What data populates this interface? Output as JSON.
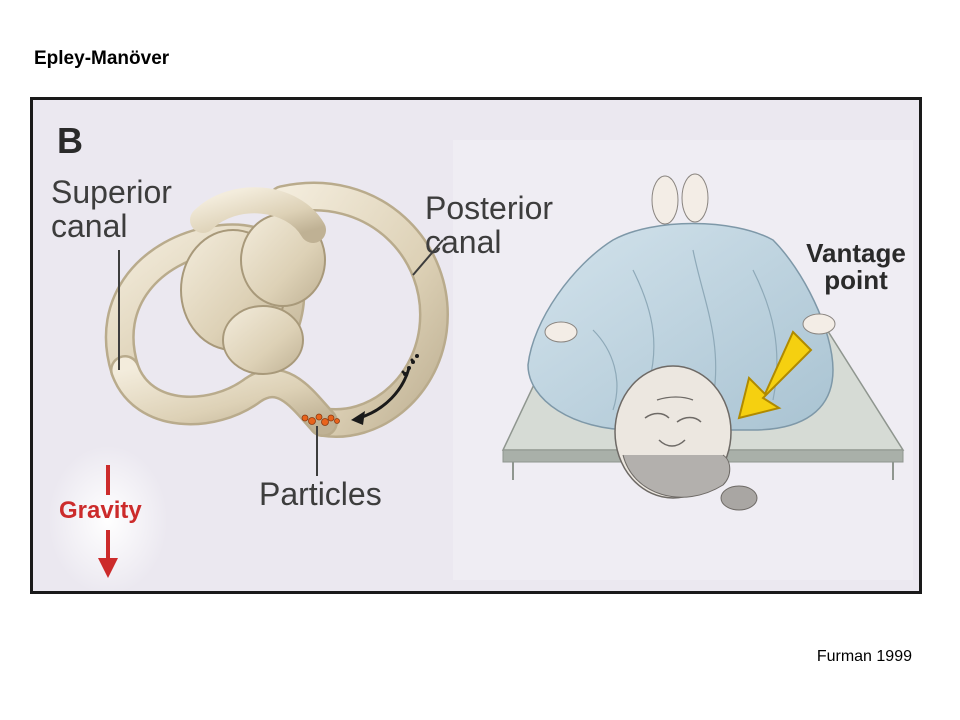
{
  "slide": {
    "title": "Epley-Manöver",
    "citation": "Furman 1999"
  },
  "figure": {
    "panel_letter": "B",
    "labels": {
      "superior_canal": "Superior canal",
      "posterior_canal": "Posterior canal",
      "particles": "Particles",
      "vantage_point": "Vantage point",
      "gravity": "Gravity"
    },
    "colors": {
      "panel_background": "#ebe8f0",
      "canal": "#e3d9c2",
      "particles": "#e8641c",
      "arrow_yellow": "#f5d010",
      "gravity_red": "#cc2b2b",
      "gown": "#bcd2de",
      "table": "#c9cfc9"
    },
    "icons": {
      "vantage_arrow": "arrow-down-left-icon",
      "gravity_arrow": "arrow-down-icon",
      "particle_motion": "curved-arrow-icon"
    }
  }
}
